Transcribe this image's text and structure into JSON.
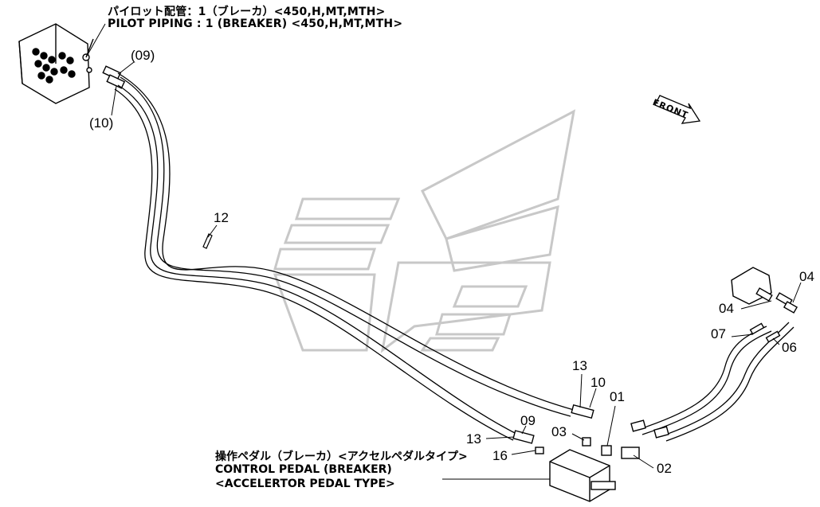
{
  "header": {
    "title_jp": "パイロット配管：1（ブレーカ）<450,H,MT,MTH>",
    "title_en": "PILOT PIPING : 1 (BREAKER) <450,H,MT,MTH>"
  },
  "front_label": "FRONT",
  "pedal_note": {
    "line_jp": "操作ペダル（ブレーカ）<アクセルペダルタイプ>",
    "line1": "CONTROL PEDAL (BREAKER)",
    "line2": "<ACCELERTOR PEDAL TYPE>"
  },
  "callouts": {
    "c09_top": "(09)",
    "c10_top": "(10)",
    "c12": "12",
    "c04a": "04",
    "c04b": "04",
    "c07": "07",
    "c06": "06",
    "c13a": "13",
    "c10b": "10",
    "c01": "01",
    "c09b": "09",
    "c03": "03",
    "c13b": "13",
    "c16": "16",
    "c02": "02"
  }
}
